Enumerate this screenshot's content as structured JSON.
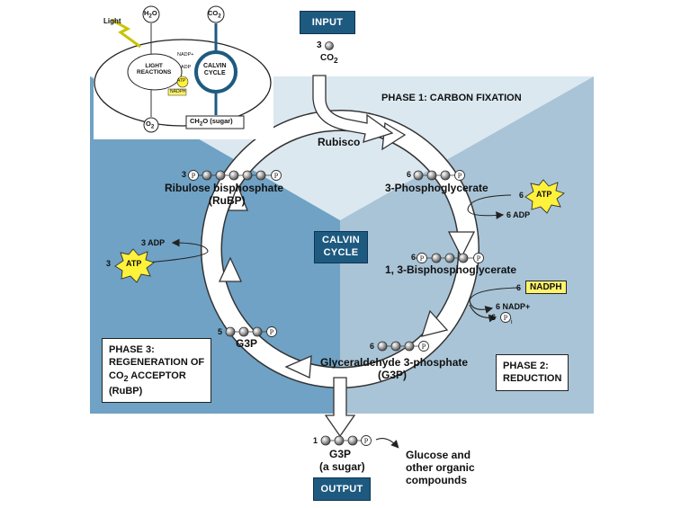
{
  "input_tag": "INPUT",
  "output_tag": "OUTPUT",
  "calvin_center": [
    "CALVIN",
    "CYCLE"
  ],
  "phase1": "PHASE 1: CARBON FIXATION",
  "phase2": [
    "PHASE 2:",
    "REDUCTION"
  ],
  "phase3": [
    "PHASE 3:",
    "REGENERATION OF",
    "CO2 ACCEPTOR",
    "(RuBP)"
  ],
  "input": {
    "count": "3",
    "molecule": "CO2"
  },
  "rubisco": "Rubisco",
  "rubp": {
    "count": "3",
    "name": "Ribulose bisphosphate",
    "abbr": "(RuBP)"
  },
  "pga": {
    "count": "6",
    "name": "3-Phosphoglycerate"
  },
  "bpg": {
    "count": "6",
    "name": "1, 3-Bisphosphoglycerate"
  },
  "g3p_cycle": {
    "count": "6",
    "name": "Glyceraldehyde 3-phosphate",
    "abbr": "(G3P)"
  },
  "g3p_regen": {
    "count": "5",
    "name": "G3P"
  },
  "output": {
    "count": "1",
    "name": "G3P",
    "sub": "(a sugar)",
    "product": [
      "Glucose and",
      "other organic",
      "compounds"
    ]
  },
  "atp_phase2": {
    "count": "6",
    "label": "ATP"
  },
  "adp_phase2": "6 ADP",
  "nadph": {
    "count": "6",
    "label": "NADPH"
  },
  "nadp": "6 NADP+",
  "pi": {
    "count": "6",
    "label": "P",
    "sub": "i"
  },
  "atp_phase3": {
    "count": "3",
    "label": "ATP"
  },
  "adp_phase3": "3 ADP",
  "phosphate_symbol": "P",
  "inset": {
    "light": "Light",
    "h2o": "H2O",
    "co2": "CO2",
    "o2": "O2",
    "light_reactions": [
      "LIGHT",
      "REACTIONS"
    ],
    "calvin": [
      "CALVIN",
      "CYCLE"
    ],
    "nadp": "NADP+",
    "adp": "ADP",
    "atp": "ATP",
    "nadph": "NADPH",
    "sugar": "CH2O (sugar)"
  },
  "colors": {
    "phase1_bg": "#d9e7ef",
    "phase2_bg": "#a9c3d6",
    "phase3_bg": "#6c9fc3",
    "tag": "#1e5a80",
    "atp": "#fff23a",
    "nadph": "#fff36b",
    "arrow": "#ffffff"
  }
}
